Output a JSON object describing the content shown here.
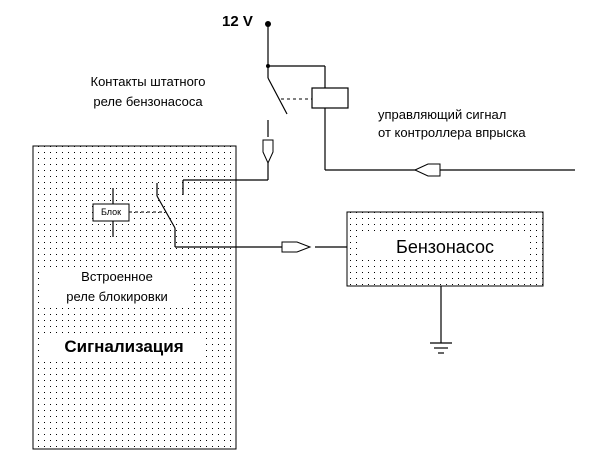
{
  "supply": {
    "voltage": "12 V"
  },
  "relay": {
    "label_line1": "Контакты штатного",
    "label_line2": "реле бензонасоса"
  },
  "signal": {
    "label_line1": "управляющий сигнал",
    "label_line2": "от контроллера впрыска"
  },
  "alarm": {
    "block_label": "Блок",
    "relay_line1": "Встроенное",
    "relay_line2": "реле блокировки",
    "title": "Сигнализация"
  },
  "pump": {
    "label": "Бензонасос"
  },
  "colors": {
    "line": "#000000",
    "background": "#ffffff",
    "dots": "#000000"
  }
}
